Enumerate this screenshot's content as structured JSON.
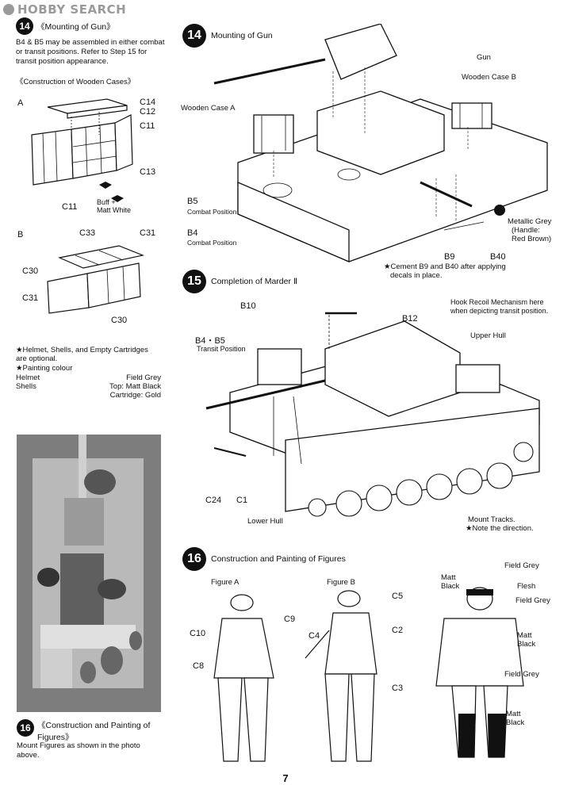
{
  "watermark": {
    "brand": "HOBBY SEARCH"
  },
  "left": {
    "step14": {
      "num": "14",
      "title": "《Mounting of Gun》",
      "desc": "B4 & B5 may be assembled in either combat or transit positions. Refer to Step 15 for transit position appearance."
    },
    "wooden_cases_title": "《Construction of Wooden Cases》",
    "case_a": {
      "letter": "A",
      "labels": {
        "c14": "C14",
        "c12": "C12",
        "c11a": "C11",
        "c13": "C13",
        "c11b": "C11"
      },
      "buff": "Buff +",
      "matt_white": "Matt White"
    },
    "case_b": {
      "letter": "B",
      "labels": {
        "c33": "C33",
        "c31a": "C31",
        "c30a": "C30",
        "c31b": "C31",
        "c30b": "C30"
      }
    },
    "notes": {
      "line1": "★Helmet, Shells, and Empty Cartridges",
      "line2": "are optional.",
      "line3": "★Painting colour",
      "helmet": "Helmet",
      "helmet_color": "Field Grey",
      "shells": "Shells",
      "shells_top": "Top: Matt Black",
      "cartridge": "Cartridge: Gold"
    },
    "step16": {
      "num": "16",
      "title": "《Construction and Painting of Figures》",
      "desc": "Mount Figures as shown in the photo above."
    }
  },
  "right": {
    "step14": {
      "num": "14",
      "title": "Mounting of Gun",
      "gun": "Gun",
      "wooden_case_b": "Wooden Case B",
      "wooden_case_a": "Wooden Case A",
      "b5": "B5",
      "b5_sub": "Combat Position",
      "b4": "B4",
      "b4_sub": "Combat Position",
      "metallic": "Metallic Grey",
      "handle": "(Handle:",
      "red_brown": "Red Brown)",
      "b9": "B9",
      "b40": "B40",
      "cement": "★Cement B9 and B40 after applying",
      "cement2": "decals in place."
    },
    "step15": {
      "num": "15",
      "title": "Completion of Marder Ⅱ",
      "b10": "B10",
      "b12": "B12",
      "hook1": "Hook Recoil Mechanism here",
      "hook2": "when depicting transit position.",
      "b4b5": "B4・B5",
      "transit": "Transit Position",
      "upper_hull": "Upper Hull",
      "c24": "C24",
      "c1": "C1",
      "lower_hull": "Lower Hull",
      "mount_tracks": "Mount Tracks.",
      "note_dir": "★Note the direction."
    },
    "step16": {
      "num": "16",
      "title": "Construction and Painting of Figures",
      "figure_a": "Figure A",
      "figure_b": "Figure B",
      "c9": "C9",
      "c10": "C10",
      "c8": "C8",
      "c5": "C5",
      "c2": "C2",
      "c4": "C4",
      "c3": "C3",
      "field_grey1": "Field Grey",
      "matt": "Matt",
      "black": "Black",
      "flesh": "Flesh",
      "field_grey2": "Field Grey",
      "matt2": "Matt",
      "black2": "Black",
      "field_grey3": "Field Grey",
      "matt3": "Matt",
      "black3": "Black"
    }
  },
  "page_number": "7"
}
